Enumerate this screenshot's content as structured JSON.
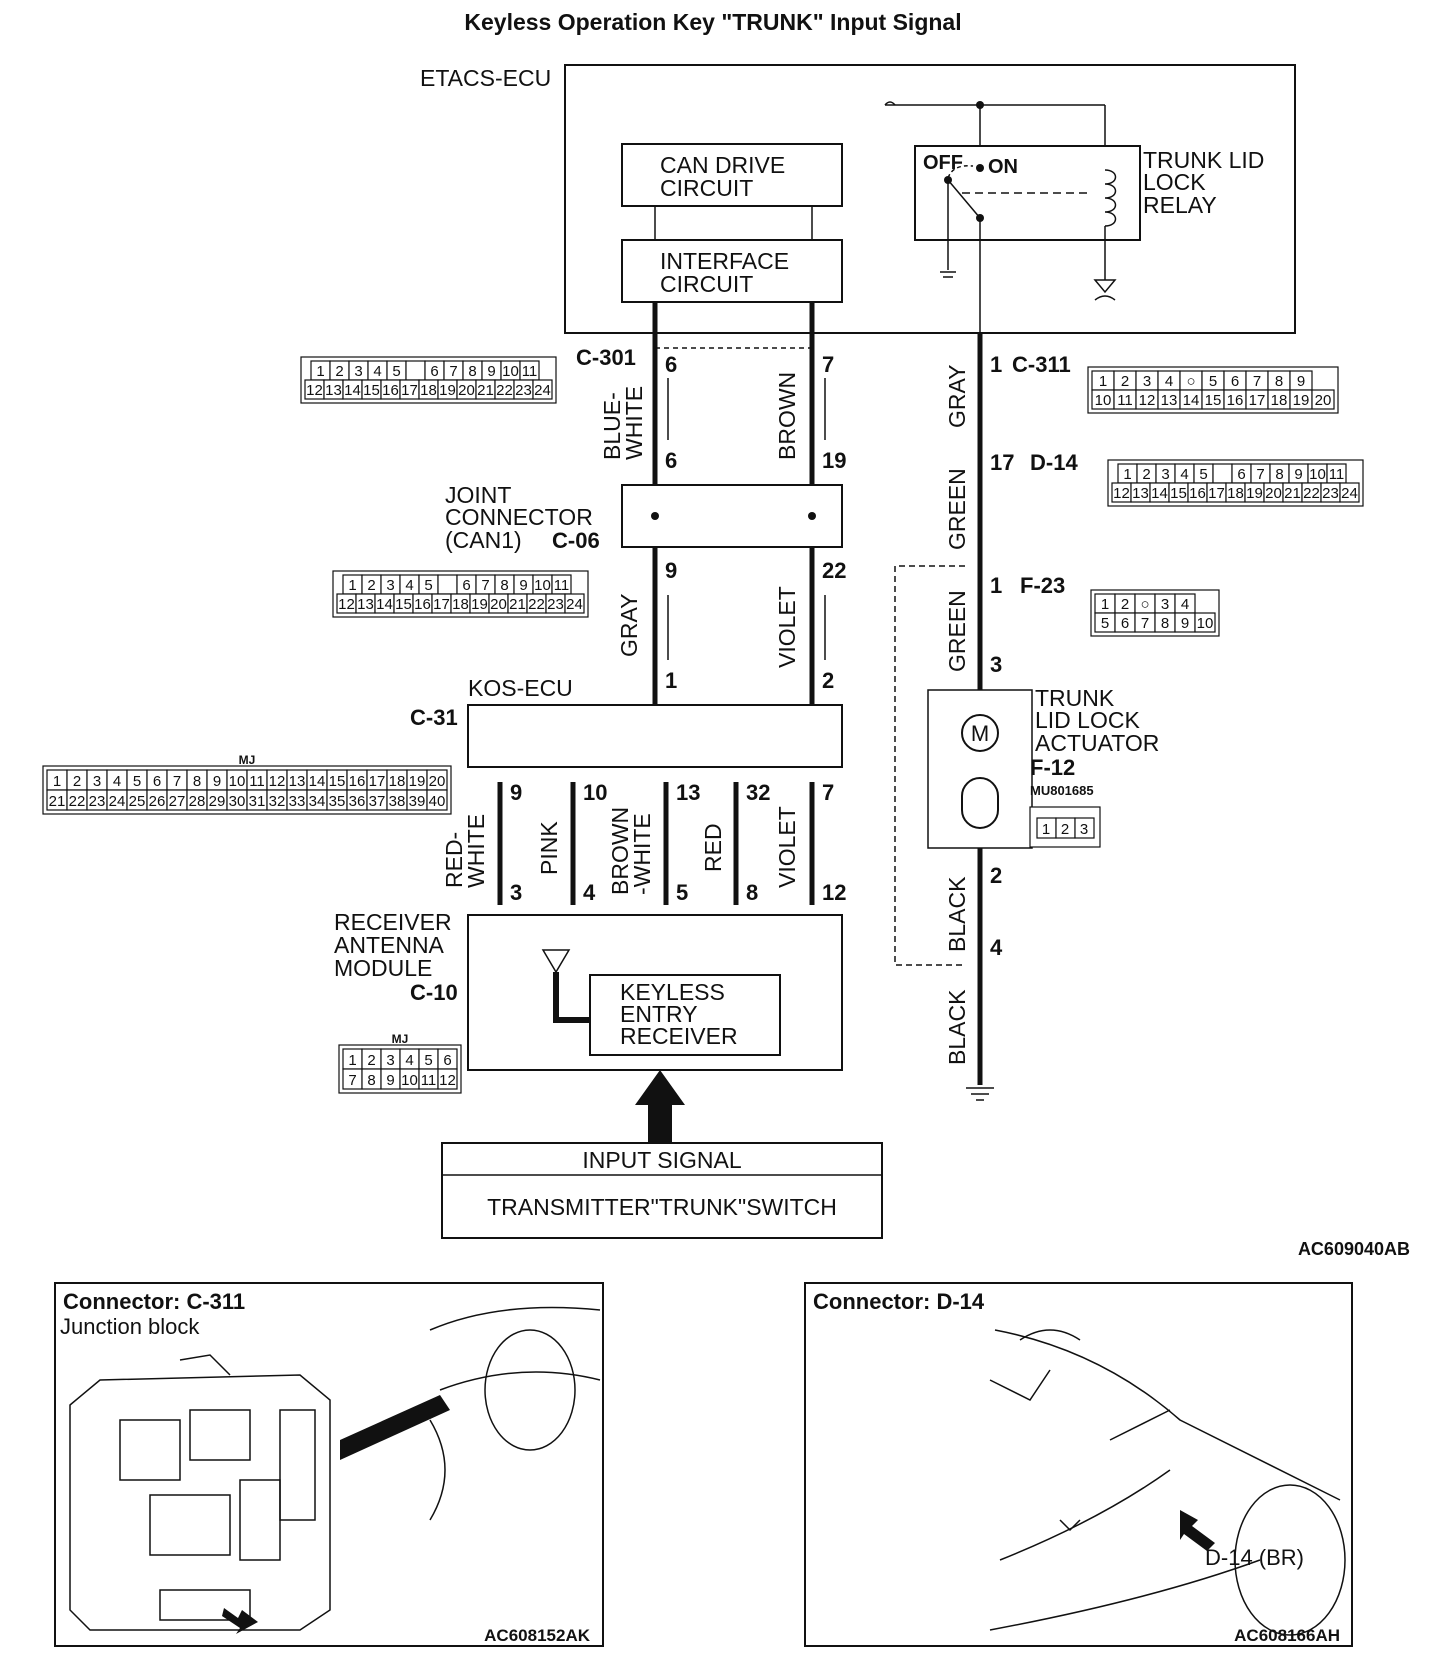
{
  "title": "Keyless Operation Key \"TRUNK\" Input Signal",
  "etacs": {
    "label": "ETACS-ECU",
    "can_drive_circuit": [
      "CAN DRIVE",
      "CIRCUIT"
    ],
    "interface_circuit": [
      "INTERFACE",
      "CIRCUIT"
    ],
    "relay": {
      "off": "OFF",
      "on": "ON",
      "label": [
        "TRUNK LID",
        "LOCK",
        "RELAY"
      ]
    }
  },
  "connectors": {
    "c301": {
      "id": "C-301",
      "row1": [
        "1",
        "2",
        "3",
        "4",
        "5",
        "",
        "6",
        "7",
        "8",
        "9",
        "10",
        "11"
      ],
      "row2": [
        "12",
        "13",
        "14",
        "15",
        "16",
        "17",
        "18",
        "19",
        "20",
        "21",
        "22",
        "23",
        "24"
      ]
    },
    "c311": {
      "id": "C-311",
      "row1": [
        "1",
        "2",
        "3",
        "4",
        "○",
        "5",
        "6",
        "7",
        "8",
        "9"
      ],
      "row2": [
        "10",
        "11",
        "12",
        "13",
        "14",
        "15",
        "16",
        "17",
        "18",
        "19",
        "20"
      ]
    },
    "d14": {
      "id": "D-14",
      "row1": [
        "1",
        "2",
        "3",
        "4",
        "5",
        "",
        "6",
        "7",
        "8",
        "9",
        "10",
        "11"
      ],
      "row2": [
        "12",
        "13",
        "14",
        "15",
        "16",
        "17",
        "18",
        "19",
        "20",
        "21",
        "22",
        "23",
        "24"
      ]
    },
    "c06": {
      "id": "C-06",
      "label": [
        "JOINT",
        "CONNECTOR",
        "(CAN1)"
      ],
      "row1": [
        "1",
        "2",
        "3",
        "4",
        "5",
        "",
        "6",
        "7",
        "8",
        "9",
        "10",
        "11"
      ],
      "row2": [
        "12",
        "13",
        "14",
        "15",
        "16",
        "17",
        "18",
        "19",
        "20",
        "21",
        "22",
        "23",
        "24"
      ]
    },
    "f23": {
      "id": "F-23",
      "row1": [
        "1",
        "2",
        "○",
        "3",
        "4"
      ],
      "row2": [
        "5",
        "6",
        "7",
        "8",
        "9",
        "10"
      ]
    },
    "c31": {
      "id": "C-31",
      "tag": "MJ",
      "row1": [
        "1",
        "2",
        "3",
        "4",
        "5",
        "6",
        "7",
        "8",
        "9",
        "10",
        "11",
        "12",
        "13",
        "14",
        "15",
        "16",
        "17",
        "18",
        "19",
        "20"
      ],
      "row2": [
        "21",
        "22",
        "23",
        "24",
        "25",
        "26",
        "27",
        "28",
        "29",
        "30",
        "31",
        "32",
        "33",
        "34",
        "35",
        "36",
        "37",
        "38",
        "39",
        "40"
      ]
    },
    "f12": {
      "id": "F-12",
      "part": "MU801685",
      "cells": [
        "1",
        "2",
        "3"
      ]
    },
    "c10": {
      "id": "C-10",
      "tag": "MJ",
      "row1": [
        "1",
        "2",
        "3",
        "4",
        "5",
        "6"
      ],
      "row2": [
        "7",
        "8",
        "9",
        "10",
        "11",
        "12"
      ]
    }
  },
  "wires": {
    "blue_white": {
      "color": [
        "BLUE-",
        "WHITE"
      ],
      "top_pin": "6",
      "bottom_pin": "6"
    },
    "brown": {
      "color": "BROWN",
      "top_pin": "7",
      "bottom_pin": "19"
    },
    "gray_can": {
      "color": "GRAY",
      "top_pin": "9",
      "bottom_pin": "1"
    },
    "violet_can": {
      "color": "VIOLET",
      "top_pin": "22",
      "bottom_pin": "2"
    },
    "gray_right": {
      "color": "GRAY",
      "pin": "1"
    },
    "green1": {
      "color": "GREEN",
      "pin": "17"
    },
    "green2": {
      "color": "GREEN",
      "top_pin": "1",
      "bottom_pin": "3"
    },
    "black1": {
      "color": "BLACK",
      "top_pin": "2",
      "bottom_pin": "4"
    },
    "black2": {
      "color": "BLACK"
    },
    "kos": [
      {
        "color": [
          "RED-",
          "WHITE"
        ],
        "top_pin": "9",
        "bottom_pin": "3"
      },
      {
        "color": [
          "PINK"
        ],
        "top_pin": "10",
        "bottom_pin": "4"
      },
      {
        "color": [
          "BROWN",
          "-WHITE"
        ],
        "top_pin": "13",
        "bottom_pin": "5"
      },
      {
        "color": [
          "RED"
        ],
        "top_pin": "32",
        "bottom_pin": "8"
      },
      {
        "color": [
          "VIOLET"
        ],
        "top_pin": "7",
        "bottom_pin": "12"
      }
    ]
  },
  "kos_ecu": "KOS-ECU",
  "receiver": {
    "label": [
      "RECEIVER",
      "ANTENNA",
      "MODULE"
    ],
    "inner": [
      "KEYLESS",
      "ENTRY",
      "RECEIVER"
    ]
  },
  "actuator": {
    "label": [
      "TRUNK",
      "LID LOCK",
      "ACTUATOR"
    ],
    "motor": "M"
  },
  "input_signal": {
    "header": "INPUT SIGNAL",
    "value": "TRANSMITTER\"TRUNK\"SWITCH"
  },
  "ref_main": "AC609040AB",
  "panel_left": {
    "title": "Connector: C-311",
    "subtitle": "Junction block",
    "ref": "AC608152AK"
  },
  "panel_right": {
    "title": "Connector: D-14",
    "callout": "D-14 (BR)",
    "ref": "AC608166AH"
  }
}
